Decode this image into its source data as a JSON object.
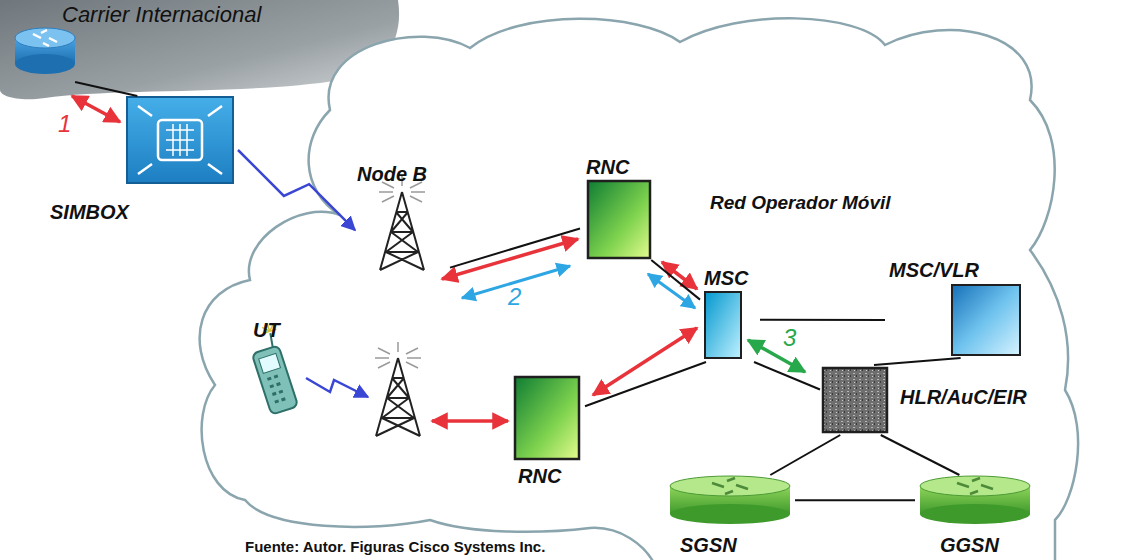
{
  "diagram": {
    "caption": "Fuente: Autor. Figuras Cisco Systems Inc.",
    "nodes": [
      {
        "text": [
          "Carrier Internacional"
        ]
      },
      {
        "text": [
          "SIMBOX"
        ]
      },
      {
        "text": [
          "Red Operador Móvil"
        ]
      },
      {
        "text": [
          "Node B"
        ],
        "in": 2
      },
      {
        "text": [
          "RNC"
        ],
        "in": 2
      },
      {
        "text": [
          "MSC"
        ],
        "in": 2
      },
      {
        "text": [
          "MSC/VLR"
        ],
        "in": 2
      },
      {
        "text": [
          "UT"
        ],
        "in": 2
      },
      {
        "text": [
          "RNC"
        ],
        "in": 2
      },
      {
        "text": [
          "HLR/AuC/EIR"
        ],
        "in": 2
      },
      {
        "text": [
          "SGSN"
        ],
        "in": 2
      },
      {
        "text": [
          "GGSN"
        ],
        "in": 2
      }
    ],
    "edges": [
      {
        "from": 0,
        "to": 1,
        "arrow": "none"
      },
      {
        "from": 1,
        "to": 3,
        "arrow": "to"
      },
      {
        "from": 3,
        "to": 4,
        "arrow": "none"
      },
      {
        "from": 4,
        "to": 5,
        "arrow": "none"
      },
      {
        "from": 5,
        "to": 6,
        "arrow": "none"
      },
      {
        "from": 5,
        "to": 9,
        "arrow": "none"
      },
      {
        "from": 6,
        "to": 9,
        "arrow": "none"
      },
      {
        "from": 5,
        "to": 8,
        "arrow": "none"
      },
      {
        "from": 9,
        "to": 10,
        "arrow": "none"
      },
      {
        "from": 9,
        "to": 11,
        "arrow": "none"
      },
      {
        "from": 10,
        "to": 11,
        "arrow": "none"
      }
    ],
    "labels": [
      "1",
      "2",
      "3"
    ]
  }
}
